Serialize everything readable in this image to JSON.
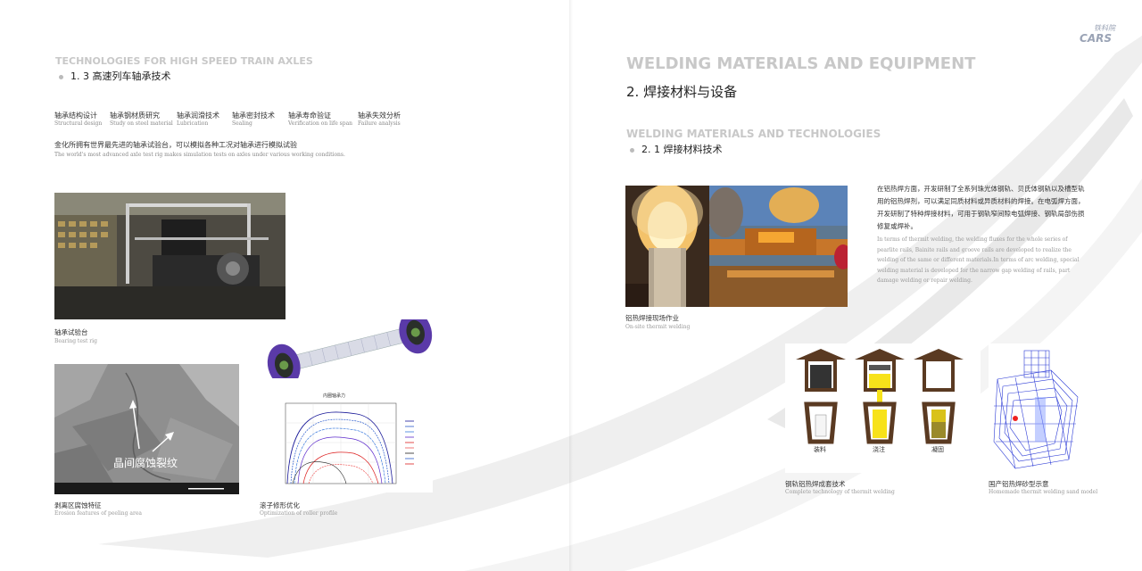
{
  "logo": {
    "script_text": "铁科院",
    "brand": "CARS"
  },
  "left_page": {
    "en_heading": "TECHNOLOGIES FOR HIGH SPEED TRAIN AXLES",
    "zh_subheading": "1. 3 高速列车轴承技术",
    "topics": [
      {
        "zh": "轴承结构设计",
        "en": "Structural design"
      },
      {
        "zh": "轴承钢材质研究",
        "en": "Study on steel material"
      },
      {
        "zh": "轴承润滑技术",
        "en": "Lubrication"
      },
      {
        "zh": "轴承密封技术",
        "en": "Sealing"
      },
      {
        "zh": "轴承寿命验证",
        "en": "Verification on life span"
      },
      {
        "zh": "轴承失效分析",
        "en": "Failure analysis"
      }
    ],
    "intro_zh": "金化所拥有世界最先进的轴承试验台，可以模拟各种工况对轴承进行模拟试验",
    "intro_en": "The world's most advanced axle test rig makes simulation tests on axles under various working conditions.",
    "figures": {
      "test_rig": {
        "zh": "轴承试验台",
        "en": "Bearing test rig"
      },
      "sem": {
        "zh": "剥离区腐蚀特征",
        "en": "Erosion features of peeling area",
        "overlay_label": "晶间腐蚀裂纹"
      },
      "profile": {
        "zh": "滚子修形优化",
        "en": "Optimization of roller profile",
        "chart_title": "内圈轴承力"
      }
    }
  },
  "right_page": {
    "en_heading": "WELDING MATERIALS AND EQUIPMENT",
    "zh_heading": "2. 焊接材料与设备",
    "en_subheading": "WELDING MATERIALS AND TECHNOLOGIES",
    "zh_subheading": "2. 1 焊接材料技术",
    "para_zh": "在铝热焊方面，开发研制了全系列珠光体钢轨、贝氏体钢轨以及槽型轨用的铝热焊剂，可以满足同质材料或异质材料的焊接。在电弧焊方面，开发研制了特种焊接材料，可用于钢轨窄间隙电弧焊接、钢轨局部伤损修复或焊补。",
    "para_en": "In terms of thermit welding, the welding fluxes for the whole series of pearlite rails, Bainite rails and groove rails are developed to realize the welding of the same or different materials.In terms of arc welding, special welding material is developed for the narrow gap welding of rails, part damage welding or repair welding.",
    "figures": {
      "onsite": {
        "zh": "铝热焊接现场作业",
        "en": "On-site thermit welding"
      },
      "complete": {
        "zh": "钢轨铝热焊成套技术",
        "en": "Complete technology of thermit welding",
        "stage_labels": [
          "装料",
          "浇注",
          "凝固"
        ]
      },
      "sand_model": {
        "zh": "国产铝热焊砂型示意",
        "en": "Homemade thermit welding sand model"
      }
    }
  },
  "colors": {
    "heading_gray": "#c8c8c8",
    "accent_gray": "#e8e8e8"
  }
}
